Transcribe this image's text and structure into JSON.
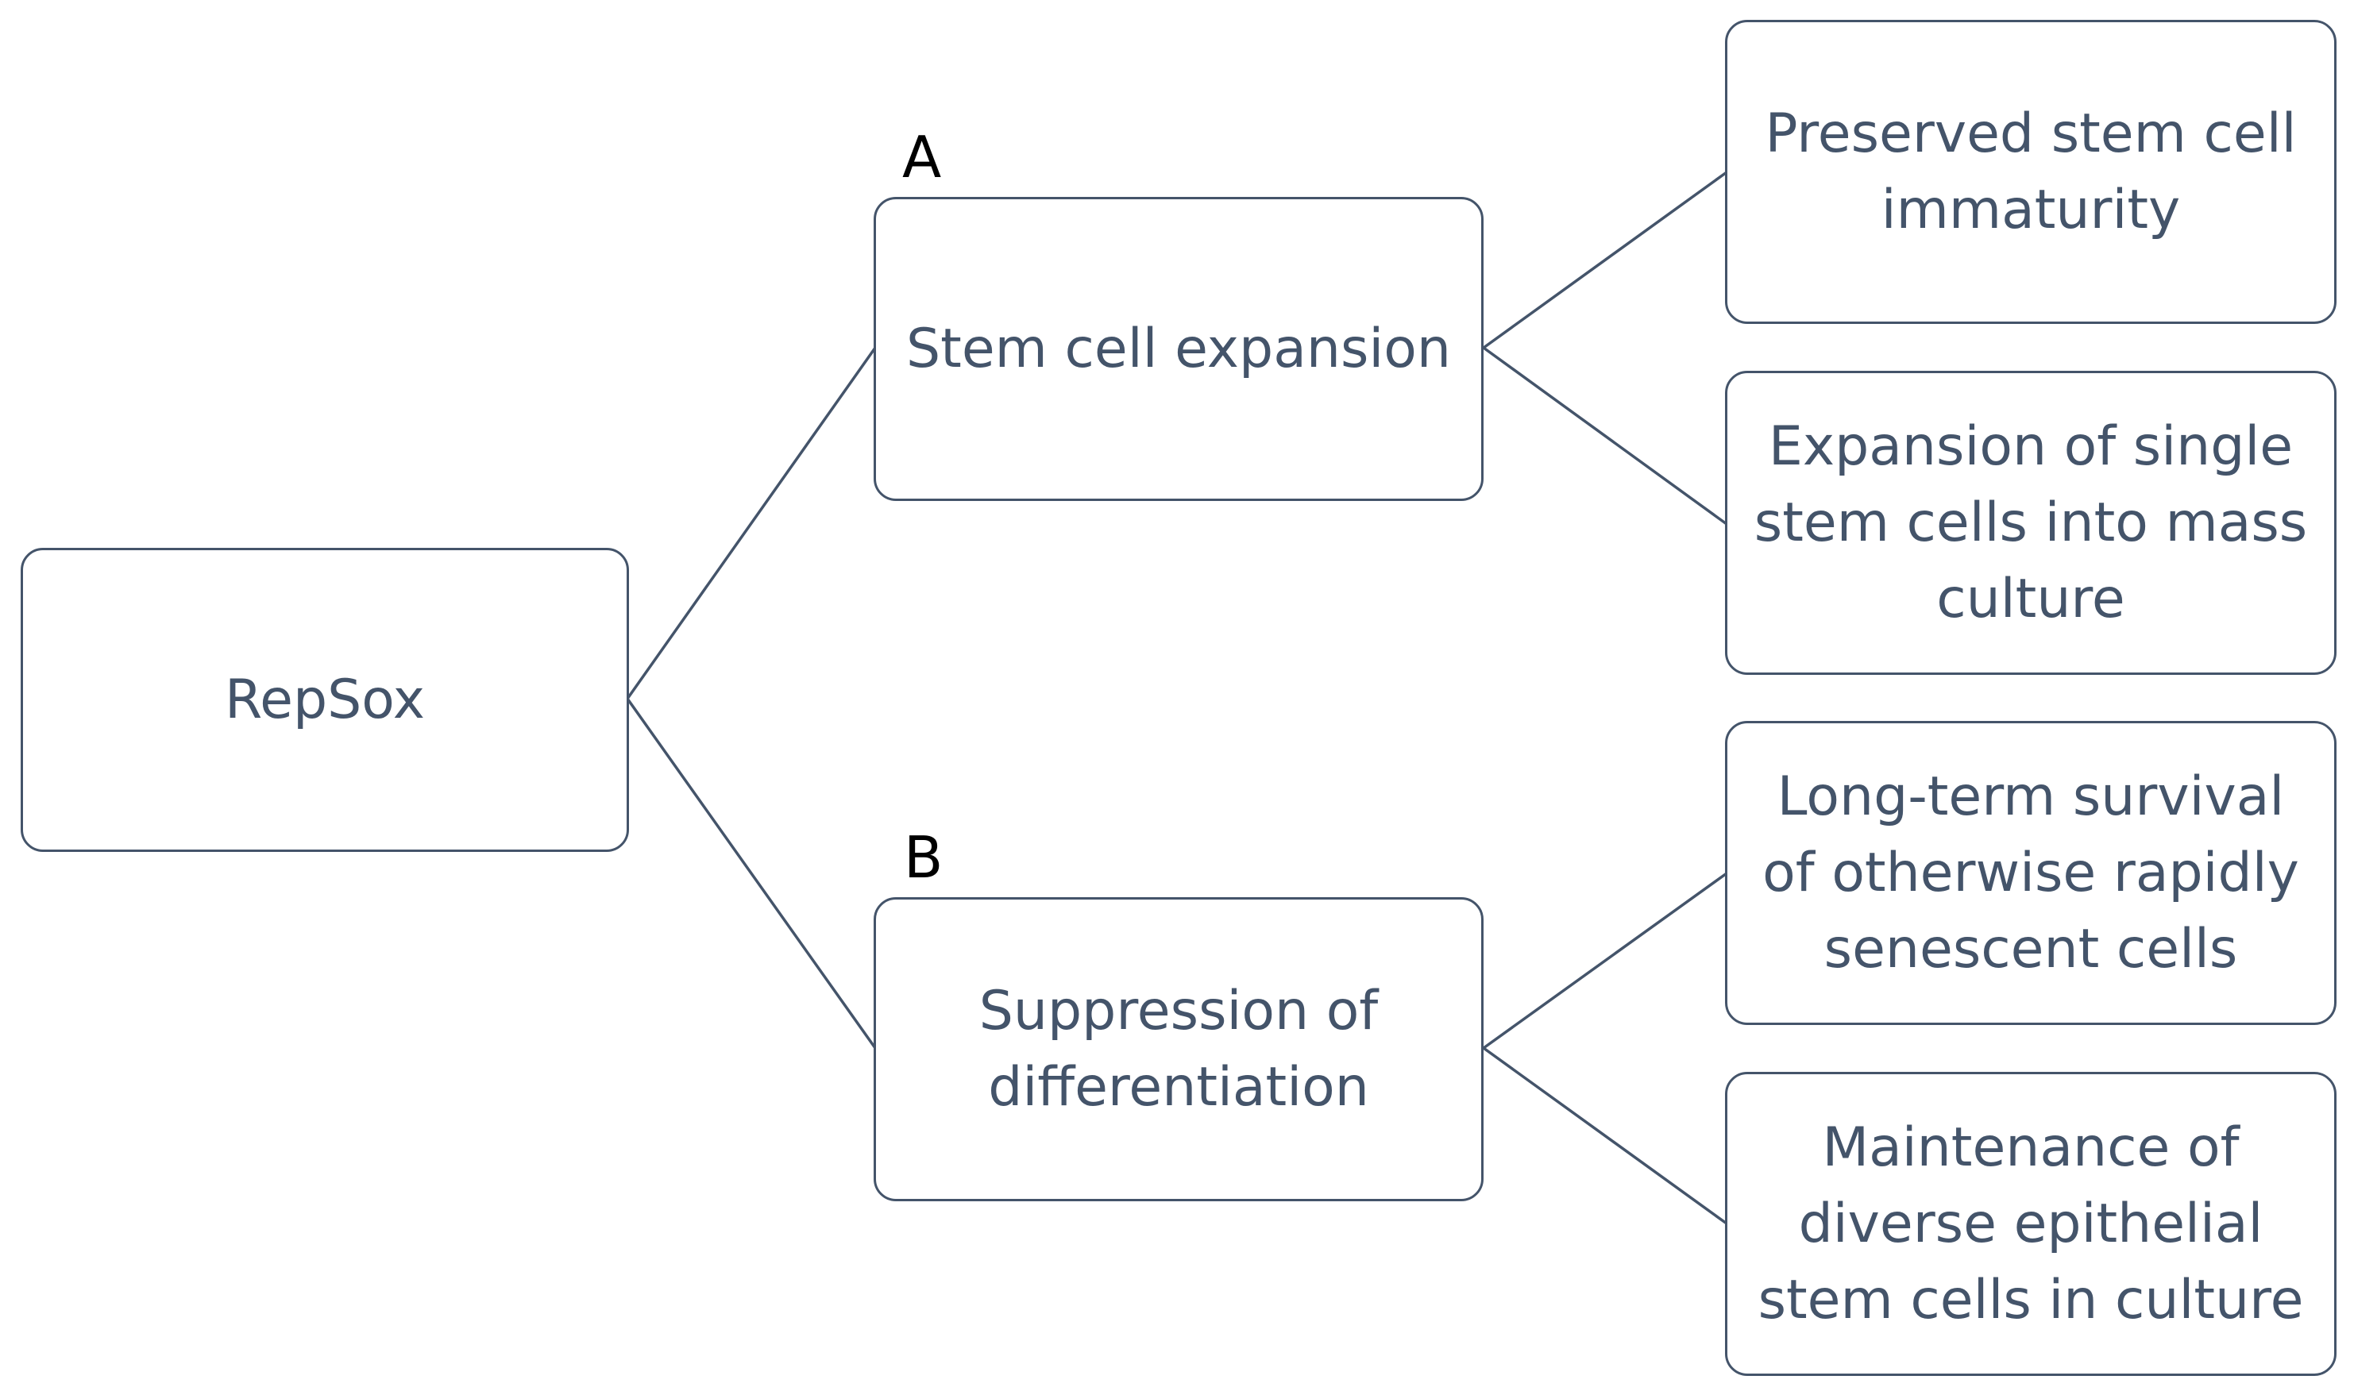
{
  "colors": {
    "border": "#44546A",
    "text": "#44546A",
    "tag": "#000000",
    "background": "#FFFFFF"
  },
  "root": {
    "label": "RepSox"
  },
  "branches": [
    {
      "tag": "A",
      "label": "Stem cell expansion",
      "outcomes": [
        "Preserved stem cell\nimmaturity",
        "Expansion of single\nstem cells into mass\nculture"
      ]
    },
    {
      "tag": "B",
      "label": "Suppression of\ndifferentiation",
      "outcomes": [
        "Long-term survival\nof otherwise rapidly\nsenescent cells",
        "Maintenance of\ndiverse epithelial\nstem cells in culture"
      ]
    }
  ]
}
